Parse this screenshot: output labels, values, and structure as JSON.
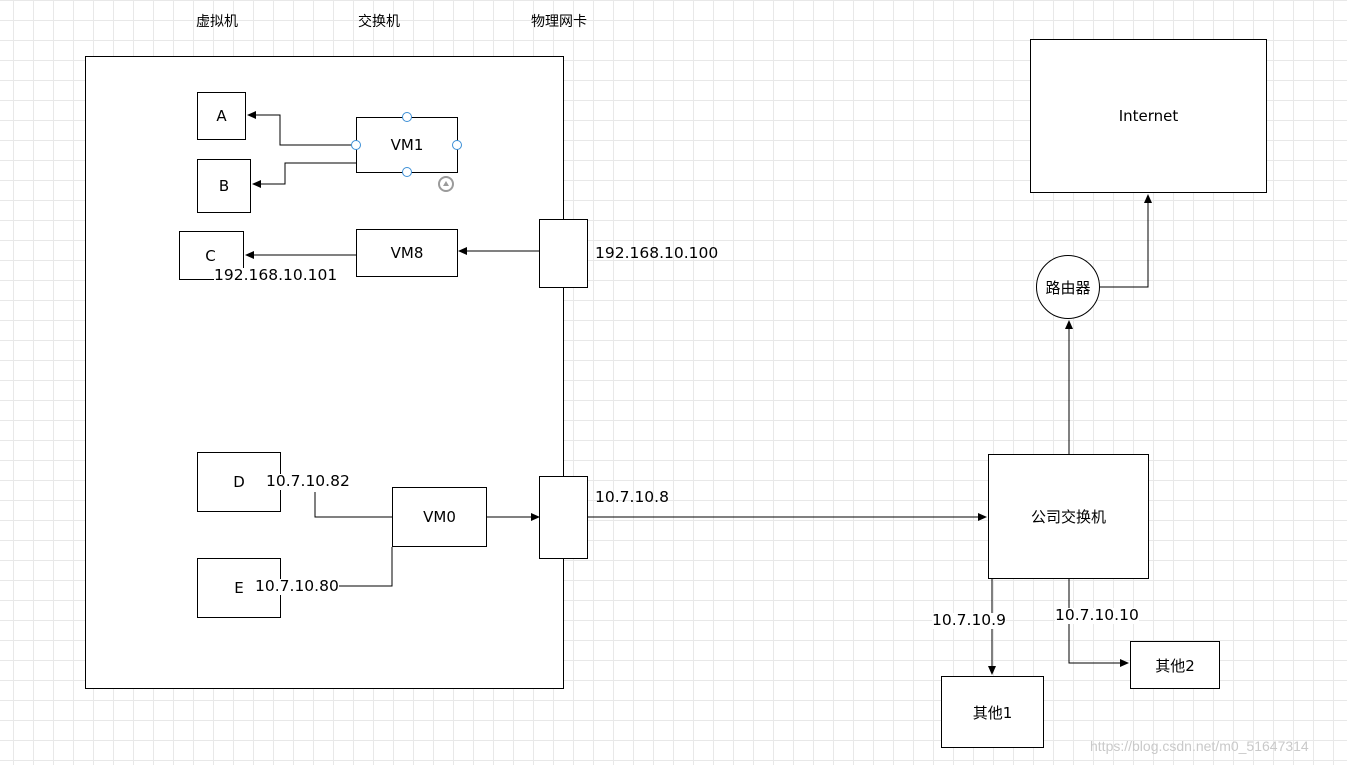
{
  "headers": {
    "vm": "虚拟机",
    "switch": "交换机",
    "nic": "物理网卡"
  },
  "vms": {
    "a": "A",
    "b": "B",
    "c": "C",
    "d": "D",
    "e": "E"
  },
  "switches": {
    "vm1": "VM1",
    "vm8": "VM8",
    "vm0": "VM0"
  },
  "ips": {
    "c": "192.168.10.101",
    "nic_top": "192.168.10.100",
    "d": "10.7.10.82",
    "e": "10.7.10.80",
    "nic_bottom": "10.7.10.8",
    "other1": "10.7.10.9",
    "other2": "10.7.10.10"
  },
  "network": {
    "internet": "Internet",
    "router": "路由器",
    "company_switch": "公司交换机",
    "other1": "其他1",
    "other2": "其他2"
  },
  "watermark": "https://blog.csdn.net/m0_51647314",
  "colors": {
    "grid": "#e8e8e8",
    "selection_handle": "#3c8fd6",
    "rotate_handle": "#9b9b9b"
  }
}
